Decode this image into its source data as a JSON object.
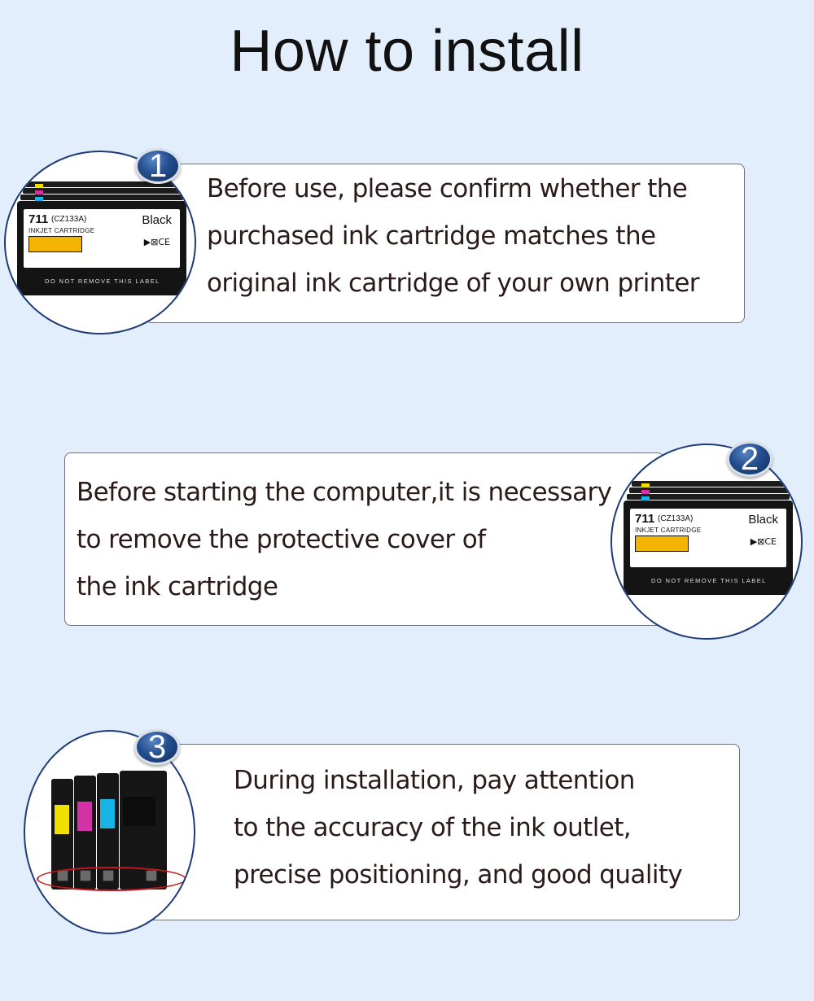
{
  "title": "How to install",
  "cartridge": {
    "number": "711",
    "model": "(CZ133A)",
    "color_name": "Black",
    "kind": "INKJET CARTRIDGE",
    "footer": "DO NOT REMOVE THIS LABEL",
    "marks": "▶⊠CE"
  },
  "steps": [
    {
      "badge": "1",
      "lines": [
        "Before use, please confirm whether the",
        "purchased ink cartridge matches the",
        "original ink cartridge of your own printer"
      ]
    },
    {
      "badge": "2",
      "lines": [
        "Before starting the computer,it is necessary",
        "to remove the protective cover of",
        " the ink cartridge"
      ]
    },
    {
      "badge": "3",
      "lines": [
        "During installation, pay attention",
        "to the accuracy of the ink outlet,",
        "precise positioning, and good quality"
      ]
    }
  ],
  "colors": {
    "background": "#e3eefc",
    "badge": "#234f8f",
    "text": "#2b1a1a",
    "ink_cyan": "#19b4e6",
    "ink_magenta": "#d232a5",
    "ink_yellow": "#f0e000",
    "highlight_ring": "#c4161c"
  }
}
